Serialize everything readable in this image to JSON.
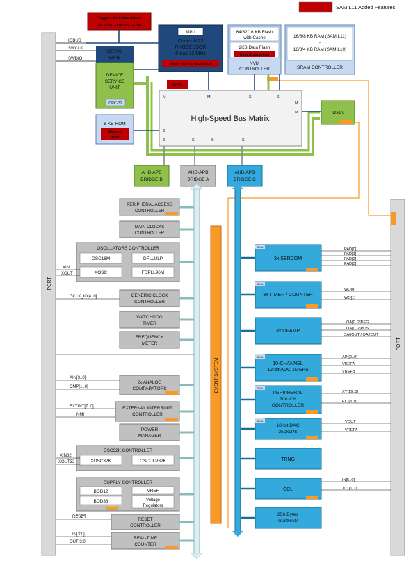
{
  "legend": {
    "label": "SAM L11 Added Features"
  },
  "top": {
    "crypto": "Crypto Accelerators",
    "crypto_sub": "(AES128, SHA256, GCM)",
    "mpu": "MPU",
    "cpu1": "Cortex-M23",
    "cpu2": "PROCESSOR",
    "cpu3": "Fmax 32 MHz",
    "trustzone": "TrustZone for ARMv8-M",
    "flash1": "64/32/16 KB Flash",
    "flash2": "with Cache",
    "dataflash": "2KB Data Flash",
    "scrambling": "Data Scrambling",
    "nvm1": "NVM",
    "nvm2": "CONTROLLER",
    "ram1": "16/8/8 KB RAM (SAM L11)",
    "ram_dash": "-",
    "ram2": "16/8/4 KB RAM (SAM L10)",
    "sram_ctrl": "SRAM CONTROLLER",
    "idau": "IDAU"
  },
  "left": {
    "iobus": "IOBUS",
    "swclk": "SWCLK",
    "swdio": "SWDIO",
    "serial1": "SERIAL",
    "serial2": "WIRE",
    "dsu1": "DEVICE",
    "dsu2": "SERVICE",
    "dsu3": "UNIT",
    "crc": "CRC-32",
    "rom": "8 KB ROM",
    "secure1": "Secure",
    "secure2": "Boot",
    "port": "PORT"
  },
  "bus": {
    "matrix": "High-Speed Bus Matrix",
    "m": "M",
    "s": "S",
    "dma": "DMA",
    "event": "EVENT",
    "bridge_b1": "AHB-APB",
    "bridge_b2": "BRIDGE B",
    "bridge_a1": "AHB-APB",
    "bridge_a2": "BRIDGE A",
    "bridge_c1": "AHB-APB",
    "bridge_c2": "BRIDGE C",
    "event_system": "EVENT SYSTEM"
  },
  "modules": {
    "pac1": "PERIPHERAL ACCESS",
    "pac2": "CONTROLLER",
    "mclk1": "MAIN CLOCKS",
    "mclk2": "CONTROLLER",
    "osc_title": "OSCILLATORS CONTROLLER",
    "osc16m": "OSC16M",
    "dfllulp": "DFLLULP",
    "xosc": "XOSC",
    "fdpll": "FDPLL96M",
    "xin": "XIN",
    "xout": "XOUT",
    "gclk_sig": "GCLK_IO[4..0]",
    "gclk1": "GENERIC CLOCK",
    "gclk2": "CONTROLLER",
    "wdt1": "WATCHDOG",
    "wdt2": "TIMER",
    "freqm1": "FREQUENCY",
    "freqm2": "METER",
    "ain_l": "AIN[3..0]",
    "cmp": "CMP[1..0]",
    "ac1": "2x ANALOG",
    "ac2": "COMPARATORS",
    "extint": "EXTINT[7..0]",
    "nmi": "NMI",
    "eic1": "EXTERNAL INTERRUPT",
    "eic2": "CONTROLLER",
    "pm1": "POWER",
    "pm2": "MANAGER",
    "osc32_title": "OSC32K CONTROLLER",
    "xosc32k": "XOSC32K",
    "osculp32k": "OSCULP32K",
    "xin32": "XIN32",
    "xout32": "XOUT32",
    "supc_title": "SUPPLY CONTROLLER",
    "bod12": "BOD12",
    "bod33": "BOD33",
    "vref": "VREF",
    "vreg1": "Voltage",
    "vreg2": "Regulators",
    "reset_sig": "RESET",
    "rstc1": "RESET",
    "rstc2": "CONTROLLER",
    "in30": "IN[3:0]",
    "out30": "OUT[3:0]",
    "rtc1": "REAL-TIME",
    "rtc2": "COUNTER"
  },
  "right": {
    "sercom": "3x SERCOM",
    "pad0": "PAD[0]",
    "pad1": "PAD[1]",
    "pad2": "PAD[2]",
    "pad3": "PAD[3]",
    "tc1": "3x TIMER / COUNTER",
    "wo0": "WO[0]",
    "wo1": "WO[1]",
    "opamp": "3x OPAMP",
    "oaneg": "OA[0..2]NEG",
    "oapos": "OA[0..2]POS",
    "oaout": "OA0OUT / OA2OUT",
    "adc1": "10-CHANNEL",
    "adc2": "12-bit ADC 1MSPS",
    "ain9": "AIN[9..0]",
    "vrefa": "VREFA",
    "vrefb": "VREFB",
    "ptc1": "PERIPHERAL",
    "ptc2": "TOUCH",
    "ptc3": "CONTROLLER",
    "xy": "XY[19..0]",
    "eci": "ECI[3..0]",
    "dac1": "10-bit DAC",
    "dac2": "350ksPS",
    "vout": "VOUT",
    "vrefa2": "VREFA",
    "trng": "TRNG",
    "ccl": "CCL",
    "in50": "IN[5..0]",
    "out10": "OUT[1..0]",
    "tram1": "256 Bytes",
    "tram2": "TrustRAM",
    "dma_tag": "DMA",
    "port": "PORT"
  },
  "colors": {
    "red": "#c00000",
    "blue": "#1f497d",
    "green": "#8fc04c",
    "gray": "#c0c0c0",
    "lightblue": "#c6d9f1",
    "cyan": "#33a9dc",
    "orange": "#f79a27"
  }
}
